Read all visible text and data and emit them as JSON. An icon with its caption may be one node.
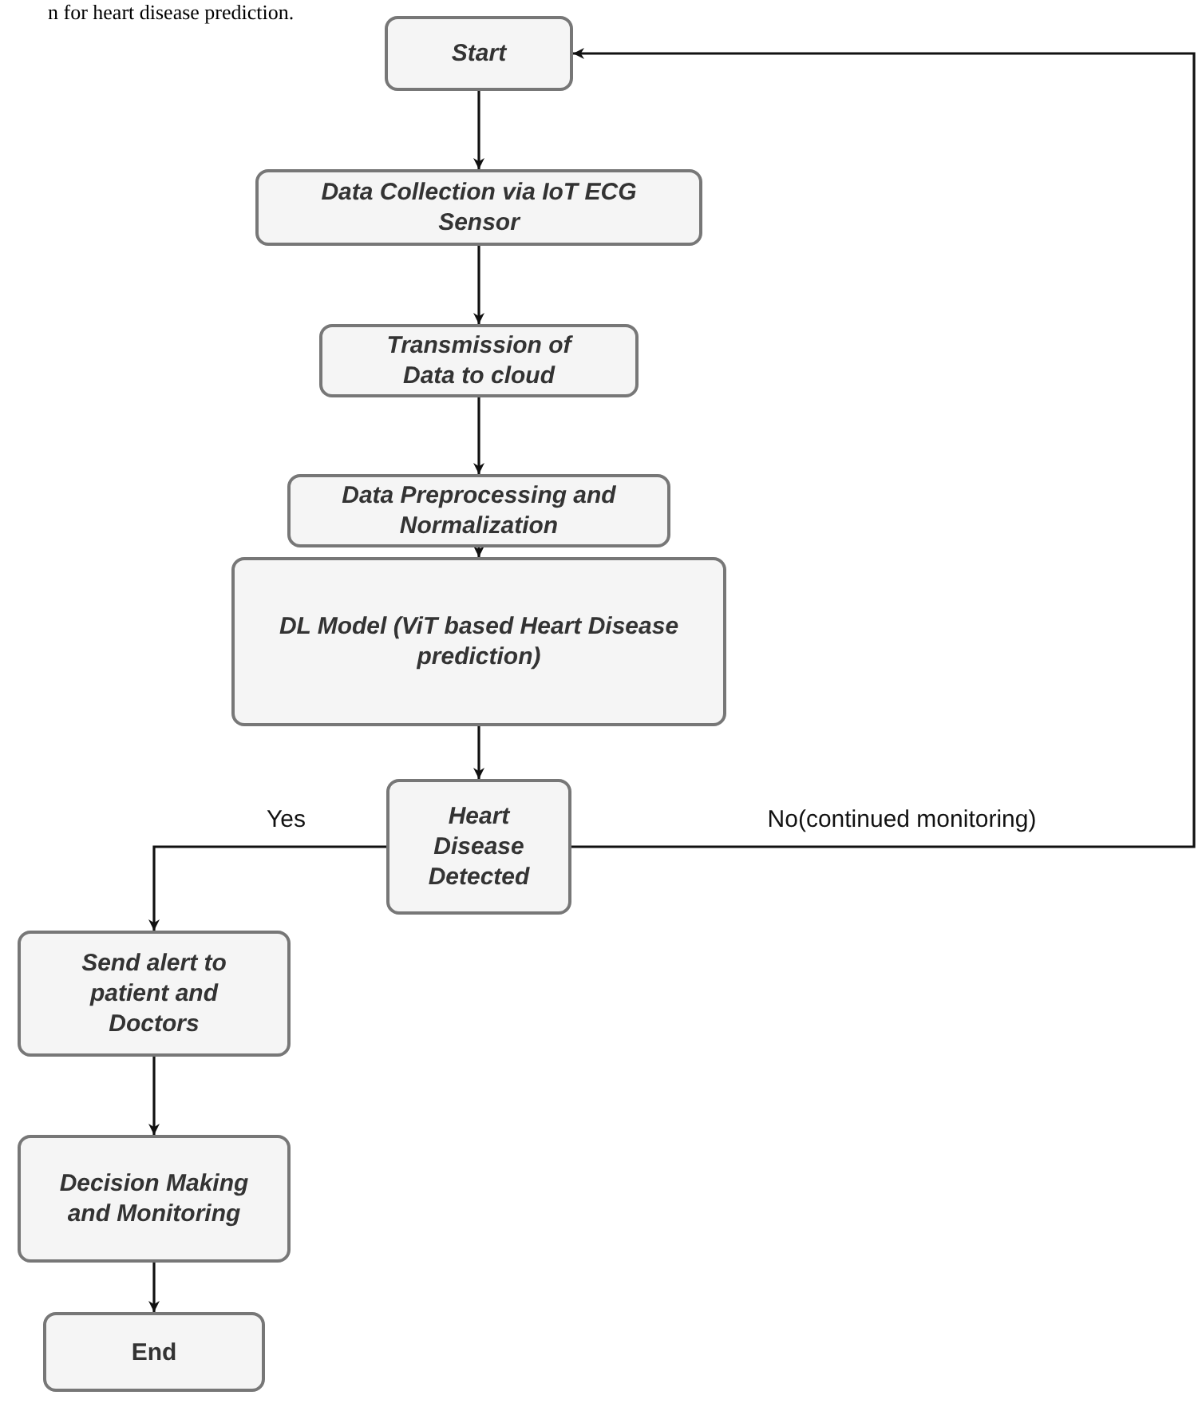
{
  "diagram": {
    "nodes": [
      {
        "text": [
          "Start"
        ]
      },
      {
        "text": [
          "Data Collection via IoT ECG Sensor"
        ]
      },
      {
        "text": [
          "Transmission of Data to cloud"
        ]
      },
      {
        "text": [
          "Data Preprocessing and Normalization"
        ]
      },
      {
        "text": [
          "DL Model (ViT based Heart Disease prediction)"
        ]
      },
      {
        "text": [
          "Heart Disease Detected"
        ]
      },
      {
        "text": [
          "Send alert to patient and Doctors"
        ]
      },
      {
        "text": [
          "Decision Making and Monitoring"
        ]
      },
      {
        "text": [
          "End"
        ]
      }
    ],
    "edges": [
      {
        "from": 0,
        "to": 1,
        "arrow": "to"
      },
      {
        "from": 1,
        "to": 2,
        "arrow": "to"
      },
      {
        "from": 2,
        "to": 3,
        "arrow": "to"
      },
      {
        "from": 3,
        "to": 4,
        "arrow": "to"
      },
      {
        "from": 4,
        "to": 5,
        "arrow": "to"
      },
      {
        "from": 5,
        "to": 6,
        "label": "Yes",
        "arrow": "to"
      },
      {
        "from": 6,
        "to": 7,
        "arrow": "to"
      },
      {
        "from": 7,
        "to": 8,
        "arrow": "to"
      },
      {
        "from": 5,
        "to": 0,
        "label": "No(continued monitoring)",
        "arrow": "to"
      }
    ],
    "labels": [
      "n for heart disease prediction."
    ]
  }
}
